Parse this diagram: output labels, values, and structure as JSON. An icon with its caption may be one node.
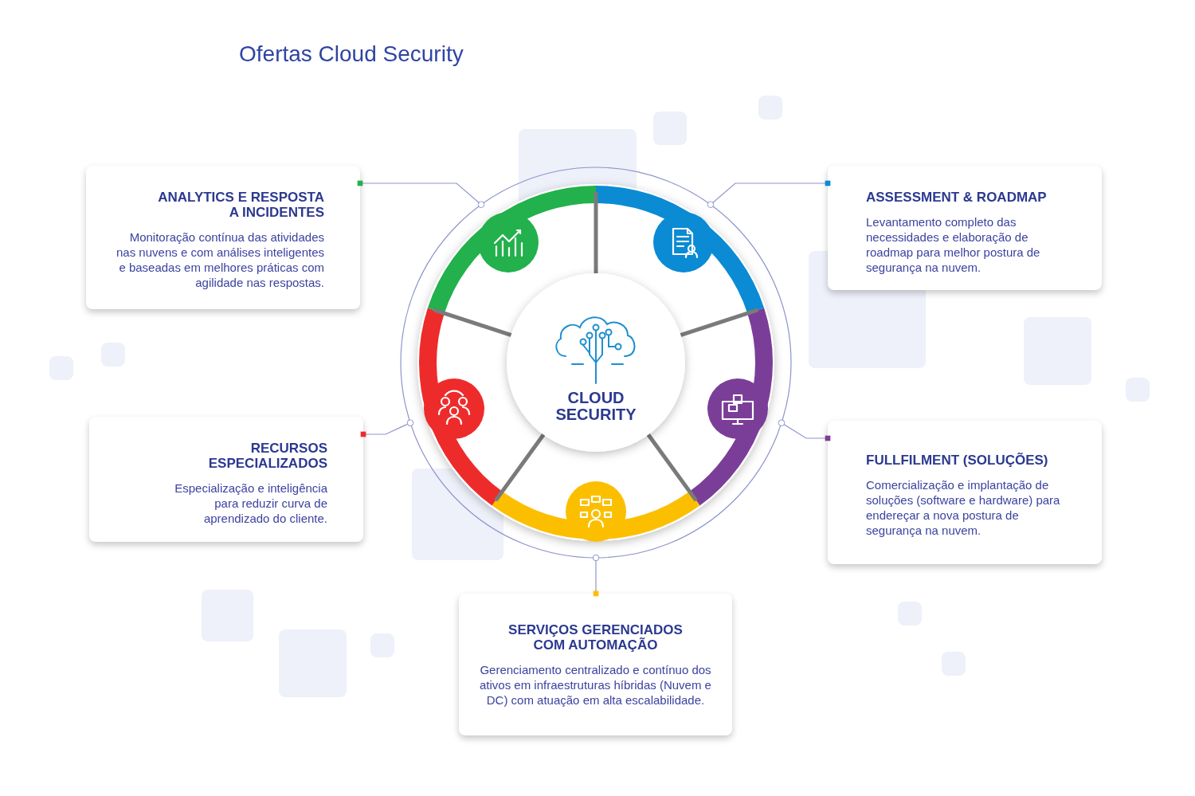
{
  "diagram": {
    "title": "Ofertas Cloud Security",
    "nodes": [
      {
        "text": [
          "CLOUD SECURITY"
        ]
      },
      {
        "text": [
          "ANALYTICS E RESPOSTA A INCIDENTES",
          "Monitoração contínua das atividades nas nuvens e com análises inteligentes e baseadas em melhores práticas com agilidade nas respostas."
        ]
      },
      {
        "text": [
          "ASSESSMENT & ROADMAP",
          "Levantamento completo das necessidades e elaboração de roadmap para melhor postura de segurança na nuvem."
        ]
      },
      {
        "text": [
          "RECURSOS ESPECIALIZADOS",
          "Especialização e inteligência para reduzir curva de aprendizado do cliente."
        ]
      },
      {
        "text": [
          "FULLFILMENT (SOLUÇÕES)",
          "Comercialização e implantação de soluções (software e hardware) para endereçar a nova postura de segurança na nuvem."
        ]
      },
      {
        "text": [
          "SERVIÇOS GERENCIADOS COM AUTOMAÇÃO",
          "Gerenciamento centralizado e contínuo dos ativos em infraestruturas híbridas (Nuvem e DC) com atuação em alta escalabilidade."
        ]
      },
      {
        "text": [],
        "shape": "picture"
      },
      {
        "text": [],
        "shape": "picture"
      },
      {
        "text": [],
        "shape": "picture"
      },
      {
        "text": [],
        "shape": "picture"
      },
      {
        "text": [],
        "shape": "picture"
      }
    ],
    "edges": [
      {
        "from": 1,
        "to": 6,
        "arrow": "other"
      },
      {
        "from": 2,
        "to": 7,
        "arrow": "other"
      },
      {
        "from": 3,
        "to": 8,
        "arrow": "other"
      },
      {
        "from": 4,
        "to": 9,
        "arrow": "other"
      },
      {
        "from": 5,
        "to": 10,
        "arrow": "other"
      }
    ]
  }
}
